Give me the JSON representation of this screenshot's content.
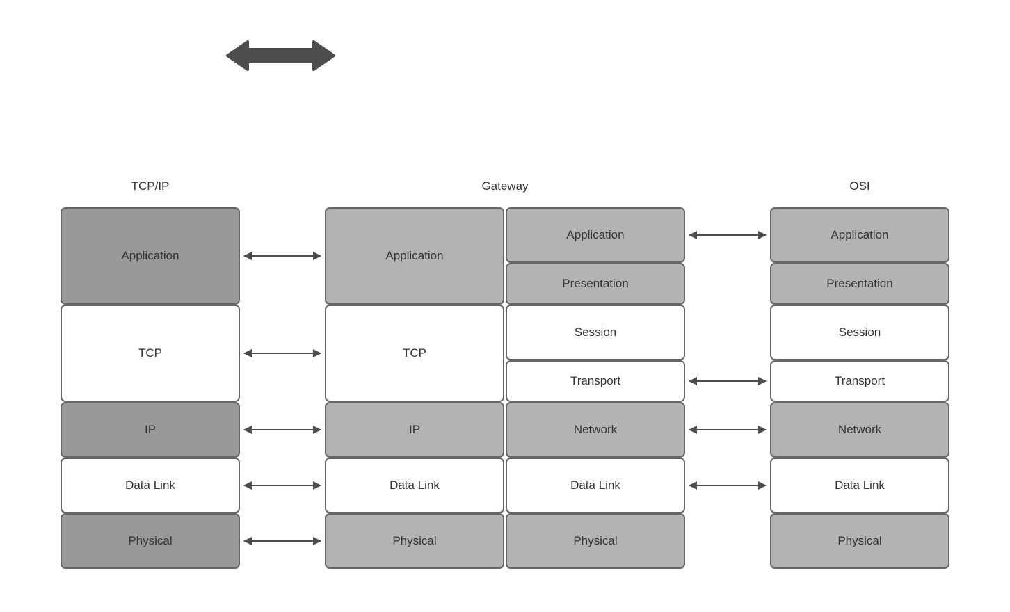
{
  "colors": {
    "background": "#ffffff",
    "dark_gray_fill": "#999999",
    "light_gray_fill": "#b3b3b3",
    "white_fill": "#ffffff",
    "box_border": "#666666",
    "arrow": "#4d4d4d",
    "text": "#333333"
  },
  "headers": {
    "tcpip": "TCP/IP",
    "gateway": "Gateway",
    "osi": "OSI"
  },
  "tcpip": {
    "layers": [
      {
        "label": "Application"
      },
      {
        "label": "TCP"
      },
      {
        "label": "IP"
      },
      {
        "label": "Data Link"
      },
      {
        "label": "Physical"
      }
    ]
  },
  "gateway": {
    "left_layers": [
      {
        "label": "Application"
      },
      {
        "label": "TCP"
      },
      {
        "label": "IP"
      },
      {
        "label": "Data Link"
      },
      {
        "label": "Physical"
      }
    ],
    "right_layers": [
      {
        "label": "Application"
      },
      {
        "label": "Presentation"
      },
      {
        "label": "Session"
      },
      {
        "label": "Transport"
      },
      {
        "label": "Network"
      },
      {
        "label": "Data Link"
      },
      {
        "label": "Physical"
      }
    ]
  },
  "osi": {
    "layers": [
      {
        "label": "Application"
      },
      {
        "label": "Presentation"
      },
      {
        "label": "Session"
      },
      {
        "label": "Transport"
      },
      {
        "label": "Network"
      },
      {
        "label": "Data Link"
      },
      {
        "label": "Physical"
      }
    ]
  }
}
